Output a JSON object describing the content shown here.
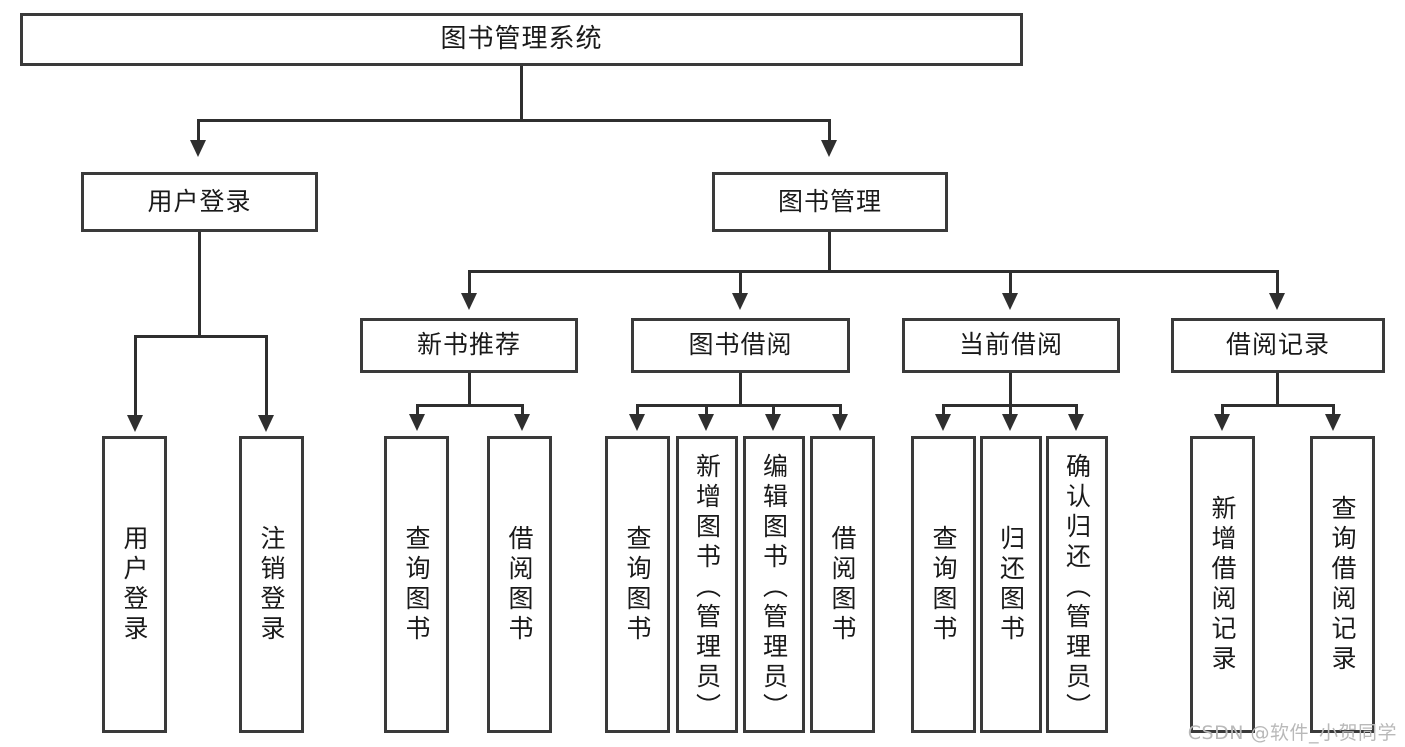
{
  "diagram": {
    "title": "图书管理系统",
    "type": "tree-hierarchy-chart",
    "watermark": "CSDN @软件_小贺同学",
    "colors": {
      "background": "#ffffff",
      "box_border": "#3a3a3a",
      "connector": "#2f2f2f",
      "text": "#1a1a1a",
      "watermark": "#b9b9b9"
    },
    "root": {
      "label": "图书管理系统"
    },
    "level2": [
      {
        "id": "user-login",
        "label": "用户登录"
      },
      {
        "id": "book-manage",
        "label": "图书管理"
      }
    ],
    "level3": [
      {
        "id": "new-book-recommend",
        "label": "新书推荐",
        "parent": "book-manage"
      },
      {
        "id": "book-borrow",
        "label": "图书借阅",
        "parent": "book-manage"
      },
      {
        "id": "current-borrow",
        "label": "当前借阅",
        "parent": "book-manage"
      },
      {
        "id": "borrow-record",
        "label": "借阅记录",
        "parent": "book-manage"
      }
    ],
    "leaves": {
      "user_login": [
        {
          "id": "leaf-user-login",
          "label": "用户登录"
        },
        {
          "id": "leaf-logout",
          "label": "注销登录"
        }
      ],
      "new_book_recommend": [
        {
          "id": "leaf-query-book-1",
          "label": "查询图书"
        },
        {
          "id": "leaf-borrow-book-1",
          "label": "借阅图书"
        }
      ],
      "book_borrow": [
        {
          "id": "leaf-query-book-2",
          "label": "查询图书"
        },
        {
          "id": "leaf-add-book",
          "label": "新增图书（管理员）"
        },
        {
          "id": "leaf-edit-book",
          "label": "编辑图书（管理员）"
        },
        {
          "id": "leaf-borrow-book-2",
          "label": "借阅图书"
        }
      ],
      "current_borrow": [
        {
          "id": "leaf-query-book-3",
          "label": "查询图书"
        },
        {
          "id": "leaf-return-book",
          "label": "归还图书"
        },
        {
          "id": "leaf-confirm-return",
          "label": "确认归还（管理员）"
        }
      ],
      "borrow_record": [
        {
          "id": "leaf-add-record",
          "label": "新增借阅记录"
        },
        {
          "id": "leaf-query-record",
          "label": "查询借阅记录"
        }
      ]
    }
  }
}
